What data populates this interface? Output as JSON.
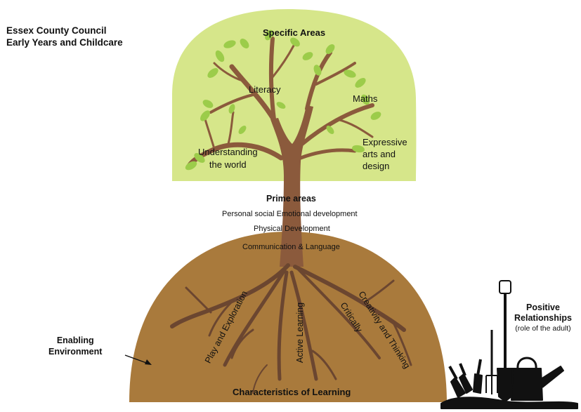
{
  "organisation": {
    "line1": "Essex County Council",
    "line2": "Early Years and Childcare"
  },
  "canopy": {
    "heading": "Specific Areas",
    "areas": {
      "literacy": "Literacy",
      "maths": "Maths",
      "understanding_line1": "Understanding",
      "understanding_line2": "the world",
      "expressive_line1": "Expressive",
      "expressive_line2": "arts and",
      "expressive_line3": "design"
    }
  },
  "trunk": {
    "heading": "Prime areas",
    "items": [
      "Personal social Emotional development",
      "Physical Development",
      "Communication & Language"
    ]
  },
  "roots": {
    "play": "Play and Exploration",
    "active": "Active Learning",
    "creative_line1": "Creativity and Thinking",
    "creative_line2": "Critically",
    "footer": "Characteristics of Learning"
  },
  "enabling": {
    "line1": "Enabling",
    "line2": "Environment"
  },
  "relationships": {
    "line1": "Positive",
    "line2": "Relationships",
    "line3": "(role of the adult)"
  },
  "colors": {
    "canopy": "#d6e68a",
    "leaf": "#9ccc4a",
    "trunk": "#8b5a3c",
    "soil": "#a97a3c",
    "root": "#6b4630"
  },
  "icons": [
    "garden-tools-icon",
    "arrow-icon"
  ]
}
